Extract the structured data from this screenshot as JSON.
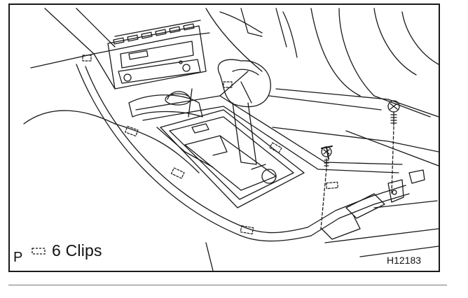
{
  "figure": {
    "legend_text": "6 Clips",
    "corner_letter": "P",
    "figure_code": "H12183"
  },
  "icons": [
    "clip-symbol-icon",
    "screw-icon"
  ],
  "colors": {
    "line": "#1a1a1a",
    "background": "#ffffff"
  }
}
